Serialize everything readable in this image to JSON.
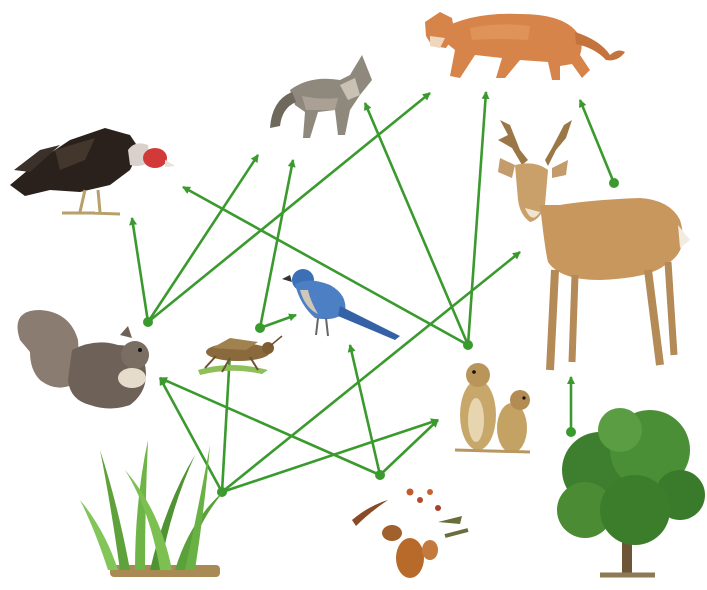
{
  "diagram": {
    "type": "food-web",
    "arrow_color": "#3a9a2e",
    "organisms": [
      {
        "id": "vulture",
        "icon": "turkey-vulture-icon"
      },
      {
        "id": "coyote",
        "icon": "coyote-icon"
      },
      {
        "id": "cougar",
        "icon": "cougar-icon"
      },
      {
        "id": "deer",
        "icon": "deer-icon"
      },
      {
        "id": "squirrel",
        "icon": "squirrel-icon"
      },
      {
        "id": "grasshopper",
        "icon": "grasshopper-icon"
      },
      {
        "id": "jay",
        "icon": "scrub-jay-icon"
      },
      {
        "id": "prairie-dogs",
        "icon": "prairie-dogs-icon"
      },
      {
        "id": "grass",
        "icon": "grass-icon"
      },
      {
        "id": "seeds",
        "icon": "seeds-icon"
      },
      {
        "id": "shrub",
        "icon": "shrub-icon"
      }
    ],
    "arrows": [
      {
        "from": "squirrel",
        "to": "vulture"
      },
      {
        "from": "squirrel",
        "to": "coyote"
      },
      {
        "from": "squirrel",
        "to": "cougar"
      },
      {
        "from": "grasshopper",
        "to": "coyote"
      },
      {
        "from": "grasshopper",
        "to": "jay"
      },
      {
        "from": "prairie-dogs",
        "to": "vulture"
      },
      {
        "from": "prairie-dogs",
        "to": "coyote"
      },
      {
        "from": "prairie-dogs",
        "to": "cougar"
      },
      {
        "from": "deer",
        "to": "cougar"
      },
      {
        "from": "grass",
        "to": "squirrel"
      },
      {
        "from": "grass",
        "to": "grasshopper"
      },
      {
        "from": "grass",
        "to": "prairie-dogs"
      },
      {
        "from": "grass",
        "to": "deer"
      },
      {
        "from": "seeds",
        "to": "squirrel"
      },
      {
        "from": "seeds",
        "to": "jay"
      },
      {
        "from": "seeds",
        "to": "prairie-dogs"
      },
      {
        "from": "shrub",
        "to": "deer"
      }
    ]
  }
}
